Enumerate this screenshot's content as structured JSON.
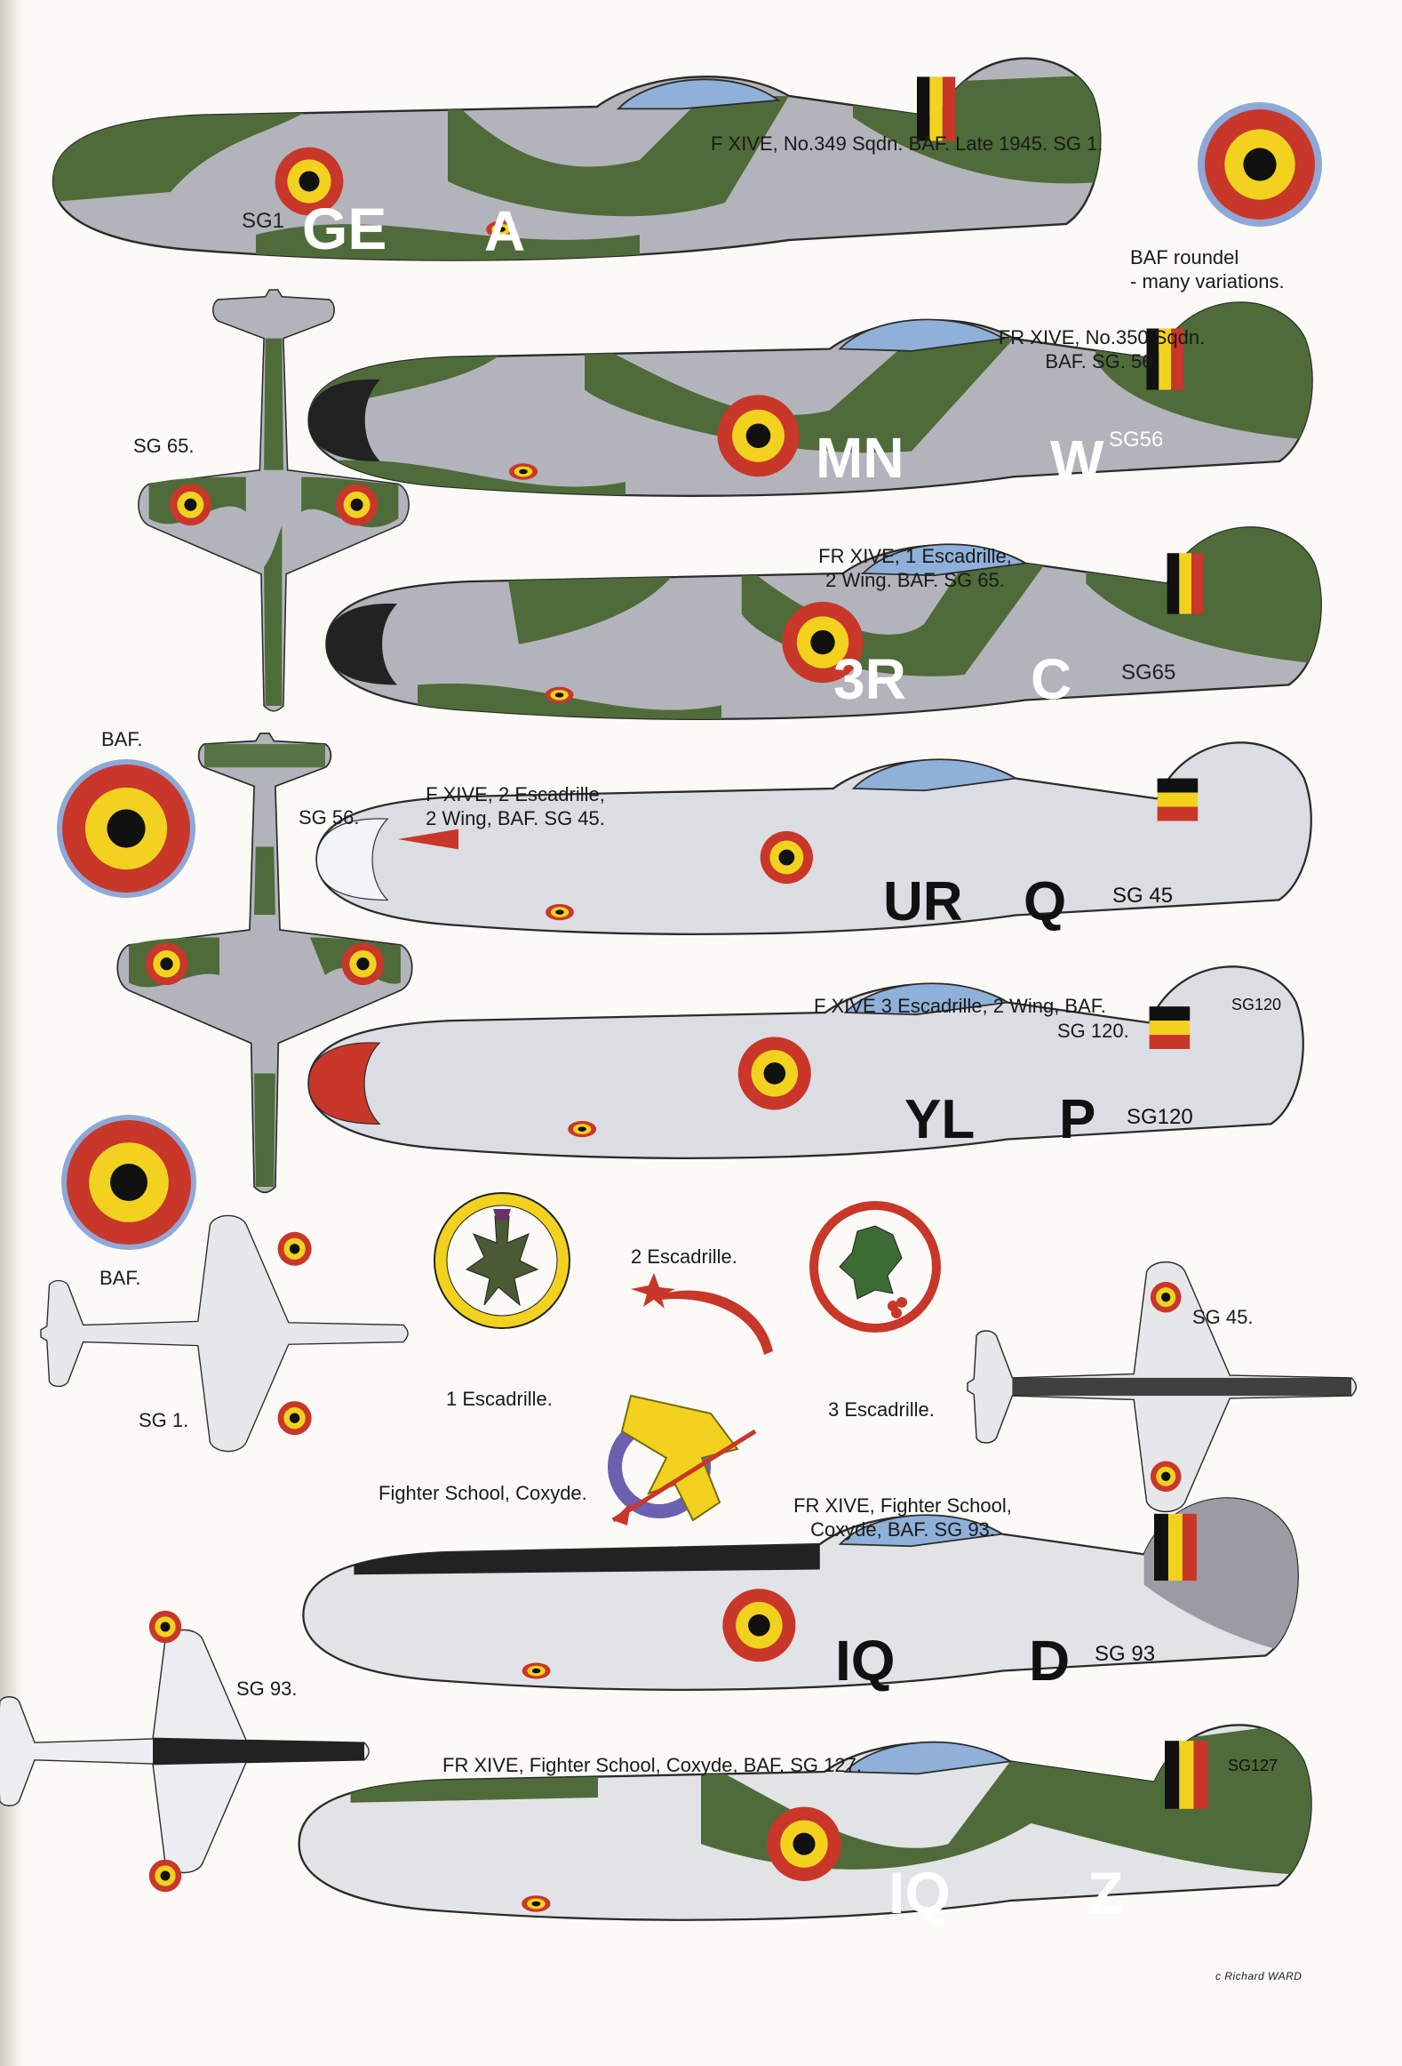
{
  "captions": {
    "ge_a": "F XIVE, No.349 Sqdn. BAF. Late 1945. SG 1.",
    "roundel_note": "BAF roundel\n- many variations.",
    "mn_w": "FR XIVE, No.350 Sqdn.\nBAF. SG. 56.",
    "sg65_plan": "SG 65.",
    "r3c": "FR XIVE, 1 Escadrille,\n2 Wing. BAF. SG 65.",
    "baf_1": "BAF.",
    "sg56_plan": "SG 56.",
    "ur_q": "F XIVE, 2 Escadrille,\n2 Wing, BAF. SG 45.",
    "yl_p_1": "F XIVE  3 Escadrille,   2 Wing, BAF.",
    "yl_p_2": "SG 120.",
    "baf_2": "BAF.",
    "esc2": "2 Escadrille.",
    "sg45_plan": "SG 45.",
    "sg1_plan": "SG 1.",
    "esc1": "1 Escadrille.",
    "esc3": "3 Escadrille.",
    "fighter_school": "Fighter School, Coxyde.",
    "iq_d": "FR XIVE, Fighter School,\nCoxyde, BAF. SG 93.",
    "sg93_plan": "SG 93.",
    "iq_z": "FR XIVE, Fighter School, Coxyde, BAF. SG 127.",
    "credit": "c Richard WARD"
  },
  "markings": {
    "ge_a": {
      "left": "GE",
      "right": "A",
      "serial": "SG1"
    },
    "mn_w": {
      "left": "MN",
      "right": "W",
      "serial": "SG56"
    },
    "r3c": {
      "left": "3R",
      "right": "C",
      "serial": "SG65"
    },
    "ur_q": {
      "left": "UR",
      "right": "Q",
      "serial": "SG 45"
    },
    "yl_p": {
      "left": "YL",
      "right": "P",
      "serial": "SG120",
      "fin": "SG120"
    },
    "iq_d": {
      "left": "IQ",
      "right": "D",
      "serial": "SG 93"
    },
    "iq_z": {
      "left": "IQ",
      "right": "Z",
      "fin": "SG127"
    }
  },
  "colors": {
    "roundel_red": "#c8372a",
    "roundel_yellow": "#f2d21e",
    "roundel_black": "#111111",
    "dark_green": "#4f6b3a",
    "ocean_grey": "#b3b4bb",
    "silver": "#dcdde2",
    "canopy": "#8fb0d8"
  }
}
